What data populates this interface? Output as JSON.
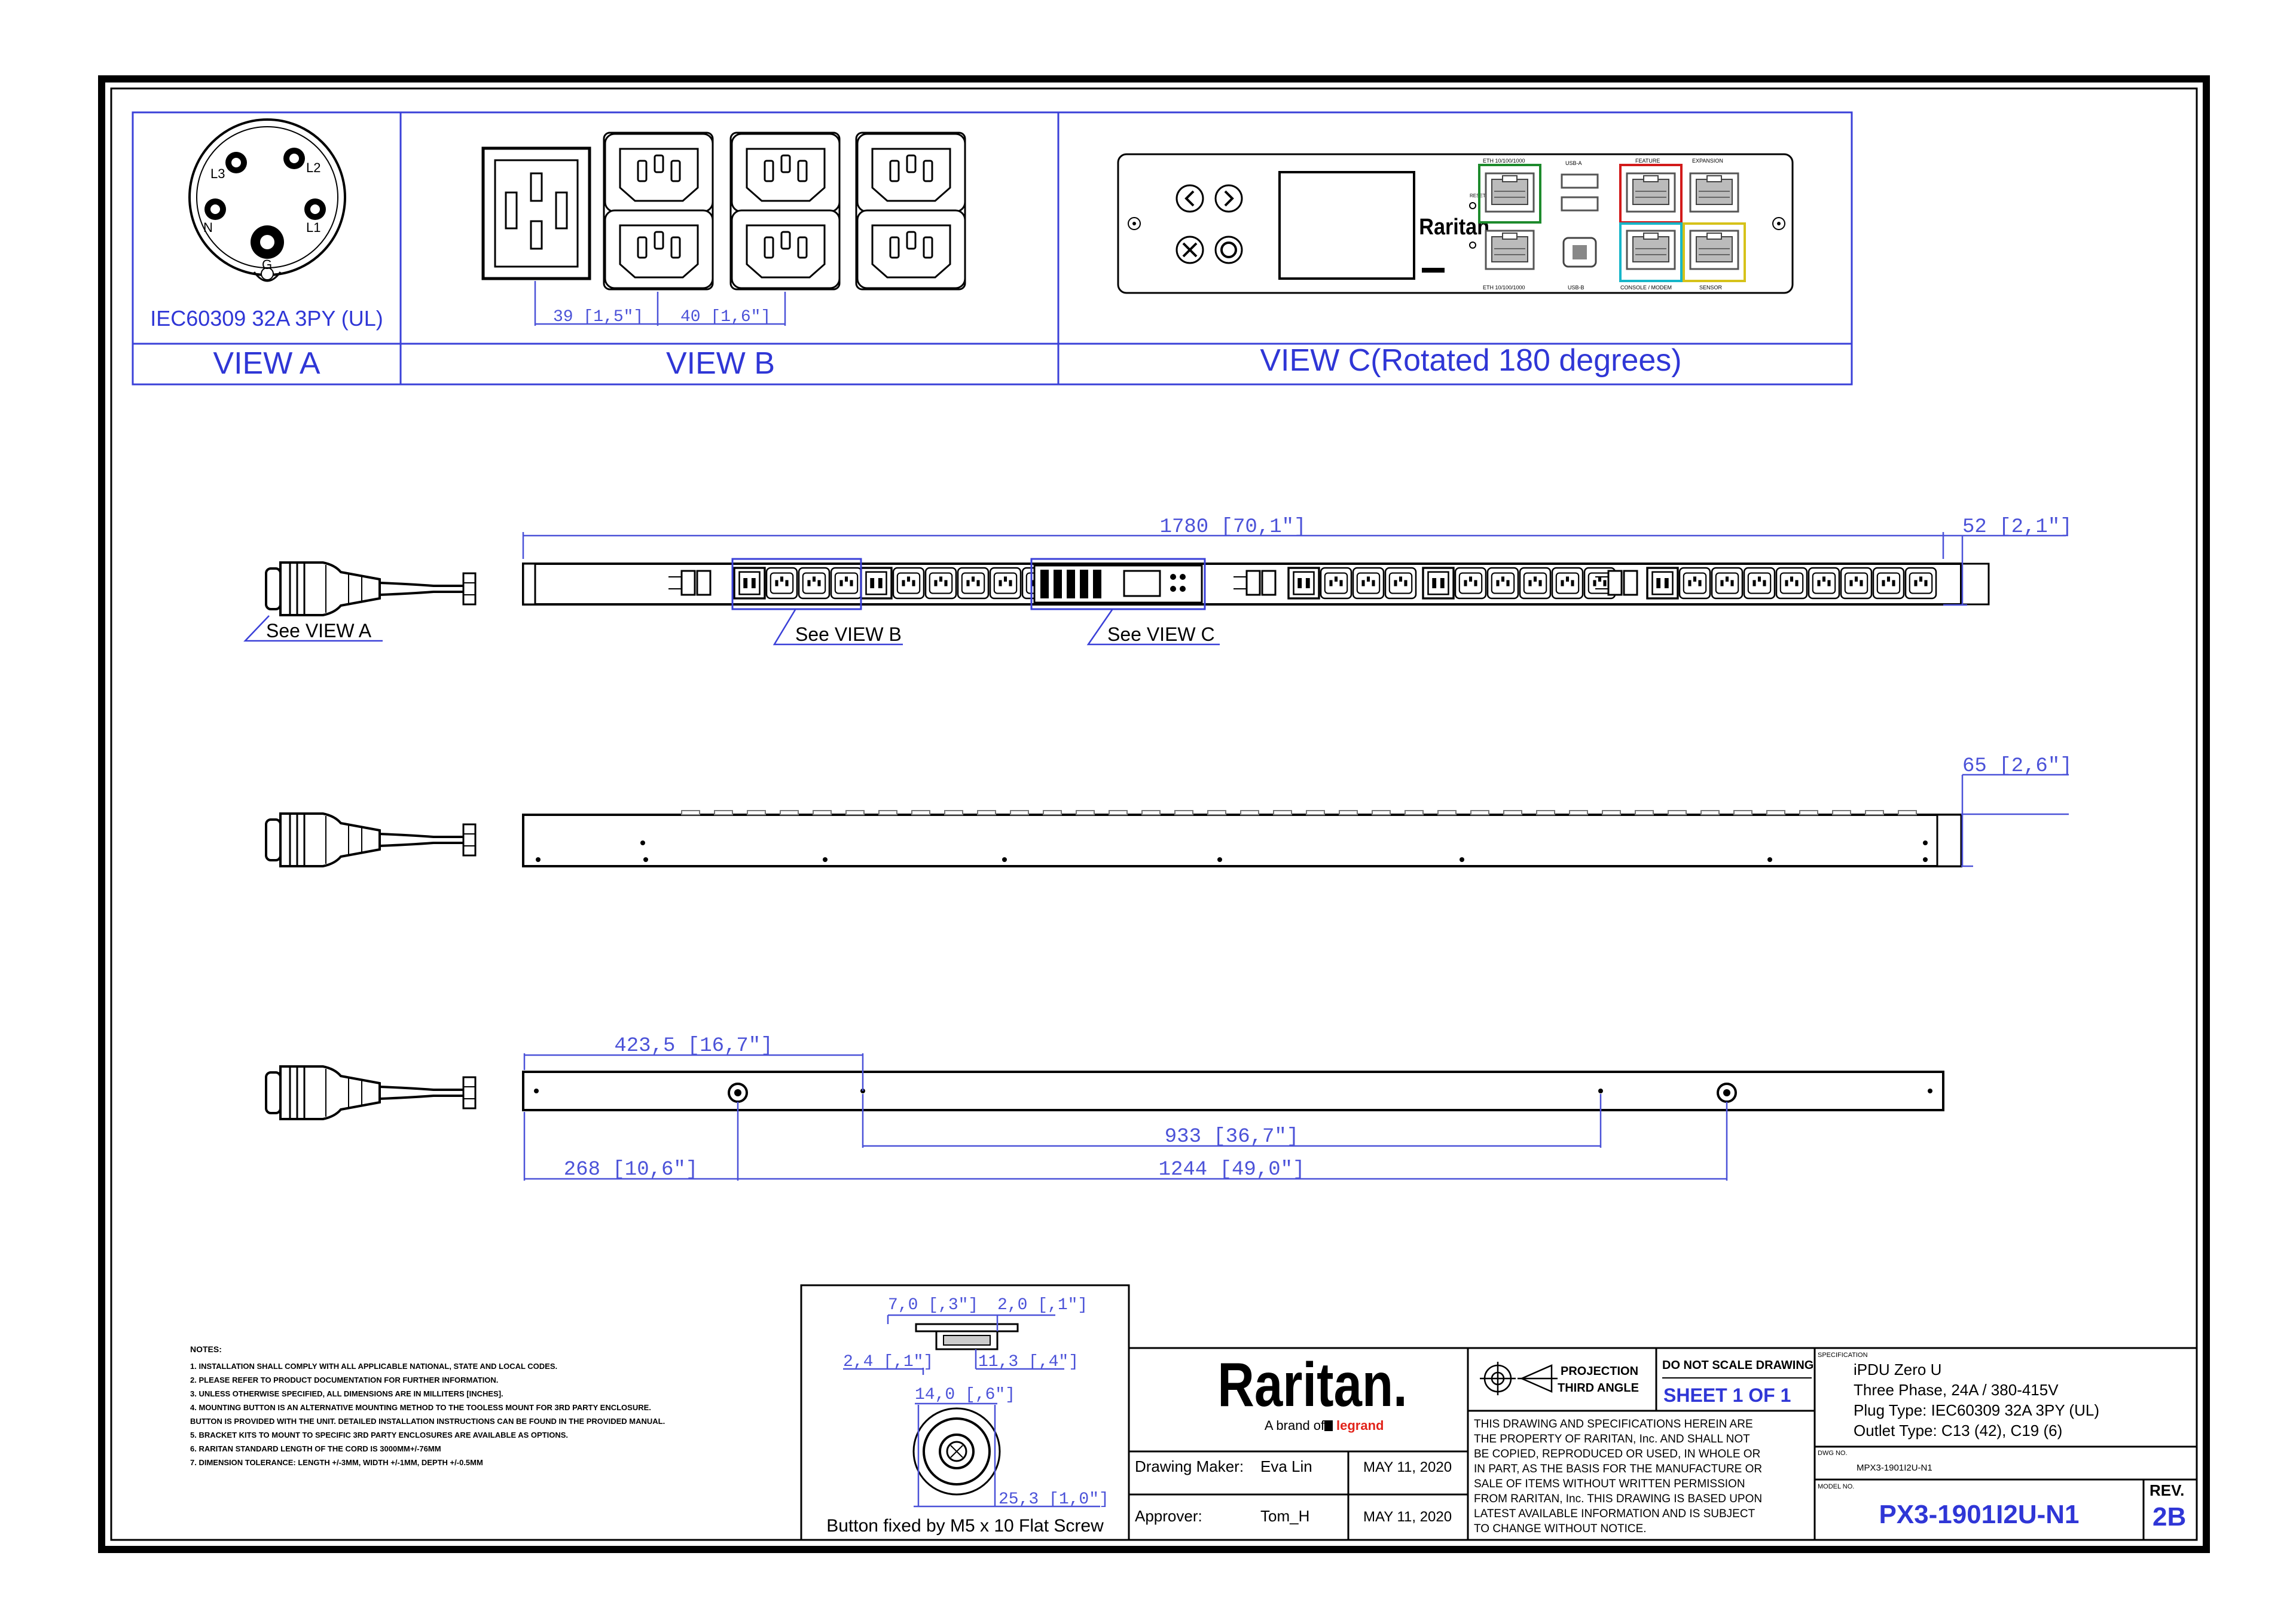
{
  "views": {
    "a_plug_label": "IEC60309 32A 3PY (UL)",
    "a_title": "VIEW A",
    "b_title": "VIEW B",
    "c_title": "VIEW C(Rotated 180 degrees)",
    "pin_labels": [
      "L3",
      "L2",
      "N",
      "L1",
      "G"
    ],
    "b_dim_1": "39 [1,5\"]",
    "b_dim_2": "40 [1,6\"]",
    "c_brand": "Raritan",
    "c_reset": "RESET",
    "c_ports_top": [
      "ETH 10/100/1000",
      "USB-A",
      "FEATURE",
      "EXPANSION"
    ],
    "c_ports_bottom": [
      "ETH 10/100/1000",
      "USB-B",
      "CONSOLE / MODEM",
      "SENSOR"
    ]
  },
  "front": {
    "length_dim": "1780 [70,1\"]",
    "width_dim": "52 [2,1\"]",
    "see_a": "See VIEW A",
    "see_b": "See VIEW B",
    "see_c": "See VIEW C"
  },
  "side": {
    "depth_dim": "65 [2,6\"]"
  },
  "back": {
    "dim_423": "423,5 [16,7\"]",
    "dim_933": "933 [36,7\"]",
    "dim_268": "268 [10,6\"]",
    "dim_1244": "1244 [49,0\"]"
  },
  "notes": {
    "title": "NOTES:",
    "items": [
      "1. INSTALLATION SHALL COMPLY WITH ALL APPLICABLE NATIONAL, STATE AND LOCAL CODES.",
      "2. PLEASE REFER TO PRODUCT DOCUMENTATION FOR FURTHER INFORMATION.",
      "3. UNLESS OTHERWISE SPECIFIED, ALL DIMENSIONS ARE IN MILLITERS [INCHES].",
      "4. MOUNTING BUTTON IS AN ALTERNATIVE MOUNTING METHOD TO THE TOOLESS MOUNT FOR 3RD PARTY ENCLOSURE.",
      "   BUTTON IS PROVIDED WITH THE UNIT. DETAILED INSTALLATION INSTRUCTIONS CAN BE FOUND IN THE PROVIDED MANUAL.",
      "5. BRACKET KITS TO MOUNT TO SPECIFIC 3RD PARTY ENCLOSURES ARE AVAILABLE AS OPTIONS.",
      "6. RARITAN STANDARD LENGTH OF THE CORD IS 3000MM+/-76MM",
      "7. DIMENSION TOLERANCE: LENGTH +/-3MM, WIDTH +/-1MM, DEPTH +/-0.5MM"
    ]
  },
  "button": {
    "dim_7": "7,0 [,3\"]",
    "dim_2": "2,0 [,1\"]",
    "dim_24": "2,4 [,1\"]",
    "dim_113": "11,3 [,4\"]",
    "dim_14": "14,0 [,6\"]",
    "dim_253": "25,3 [1,0\"]",
    "caption": "Button fixed by M5 x 10 Flat Screw"
  },
  "titleblock": {
    "brand": "Raritan.",
    "brand_sub": "A brand of",
    "brand_parent": "legrand",
    "maker_label": "Drawing Maker:",
    "maker_name": "Eva Lin",
    "maker_date": "MAY 11, 2020",
    "approver_label": "Approver:",
    "approver_name": "Tom_H",
    "approver_date": "MAY 11, 2020",
    "projection_1": "PROJECTION",
    "projection_2": "THIRD ANGLE",
    "no_scale": "DO NOT SCALE DRAWING",
    "sheet": "SHEET 1 OF 1",
    "disclaimer": [
      "THIS DRAWING AND SPECIFICATIONS HEREIN ARE",
      "THE PROPERTY OF RARITAN, Inc. AND SHALL NOT",
      "BE COPIED, REPRODUCED OR USED, IN WHOLE OR",
      "IN PART, AS THE BASIS FOR THE MANUFACTURE OR",
      "SALE OF ITEMS WITHOUT WRITTEN PERMISSION",
      "FROM RARITAN, Inc. THIS DRAWING IS BASED UPON",
      "LATEST AVAILABLE INFORMATION AND IS SUBJECT",
      "TO CHANGE WITHOUT NOTICE."
    ],
    "spec_label": "SPECIFICATION",
    "spec_lines": [
      "iPDU Zero U",
      "Three Phase, 24A / 380-415V",
      "Plug Type: IEC60309 32A 3PY (UL)",
      "Outlet Type: C13 (42), C19 (6)"
    ],
    "dwg_label": "DWG NO.",
    "dwg_no": "MPX3-1901I2U-N1",
    "model_label": "MODEL NO.",
    "model_no": "PX3-1901I2U-N1",
    "rev_label": "REV.",
    "rev": "2B"
  }
}
